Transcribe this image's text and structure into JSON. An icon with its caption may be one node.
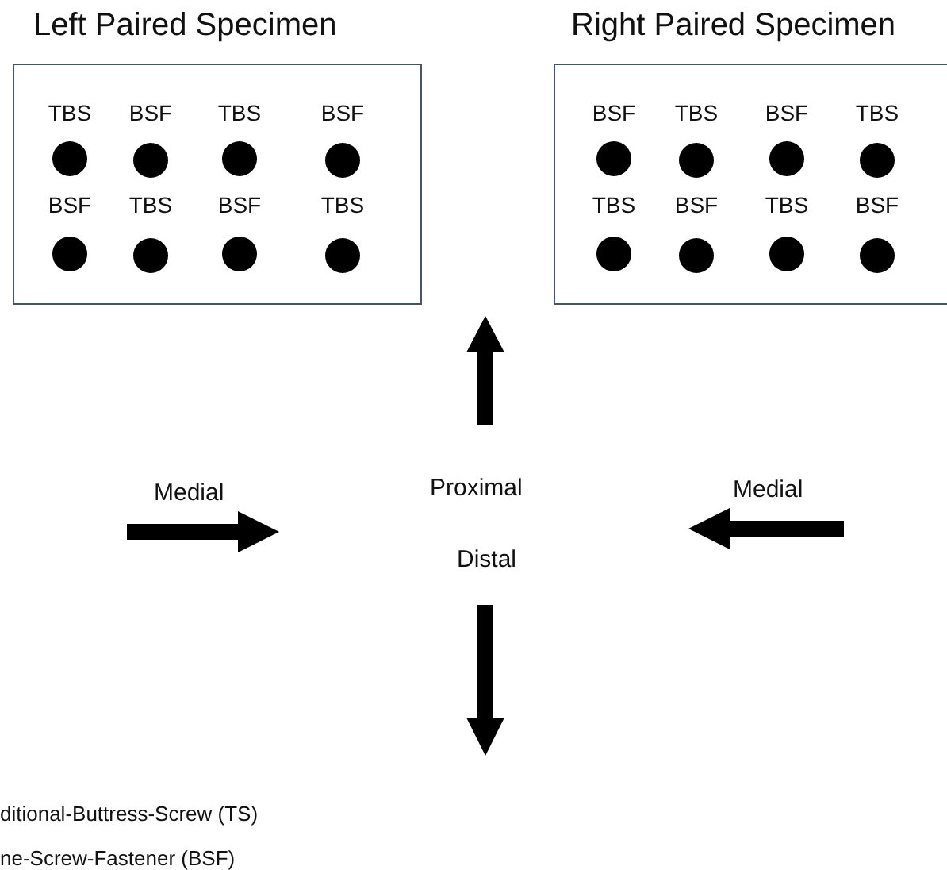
{
  "diagram": {
    "nodes": [
      {
        "text": [
          "Left Paired Specimen"
        ]
      },
      {
        "text": [],
        "shape": "circle",
        "in": 0,
        "beside": [
          "TBS"
        ]
      },
      {
        "text": [],
        "shape": "circle",
        "in": 0,
        "beside": [
          "BSF"
        ]
      },
      {
        "text": [],
        "shape": "circle",
        "in": 0,
        "beside": [
          "TBS"
        ]
      },
      {
        "text": [],
        "shape": "circle",
        "in": 0,
        "beside": [
          "BSF"
        ]
      },
      {
        "text": [],
        "shape": "circle",
        "in": 0,
        "beside": [
          "BSF"
        ]
      },
      {
        "text": [],
        "shape": "circle",
        "in": 0,
        "beside": [
          "TBS"
        ]
      },
      {
        "text": [],
        "shape": "circle",
        "in": 0,
        "beside": [
          "BSF"
        ]
      },
      {
        "text": [],
        "shape": "circle",
        "in": 0,
        "beside": [
          "TBS"
        ]
      },
      {
        "text": [
          "Right Paired Specimen"
        ]
      },
      {
        "text": [],
        "shape": "circle",
        "in": 9,
        "beside": [
          "BSF"
        ]
      },
      {
        "text": [],
        "shape": "circle",
        "in": 9,
        "beside": [
          "TBS"
        ]
      },
      {
        "text": [],
        "shape": "circle",
        "in": 9,
        "beside": [
          "BSF"
        ]
      },
      {
        "text": [],
        "shape": "circle",
        "in": 9,
        "beside": [
          "TBS"
        ]
      },
      {
        "text": [],
        "shape": "circle",
        "in": 9,
        "beside": [
          "TBS"
        ]
      },
      {
        "text": [],
        "shape": "circle",
        "in": 9,
        "beside": [
          "BSF"
        ]
      },
      {
        "text": [],
        "shape": "circle",
        "in": 9,
        "beside": [
          "TBS"
        ]
      },
      {
        "text": [],
        "shape": "circle",
        "in": 9,
        "beside": [
          "BSF"
        ]
      }
    ],
    "labels": [
      "Medial",
      "Proximal",
      "Medial",
      "Distal",
      "ditional-Buttress-Screw (TS)",
      "ne-Screw-Fastener (BSF)"
    ]
  }
}
